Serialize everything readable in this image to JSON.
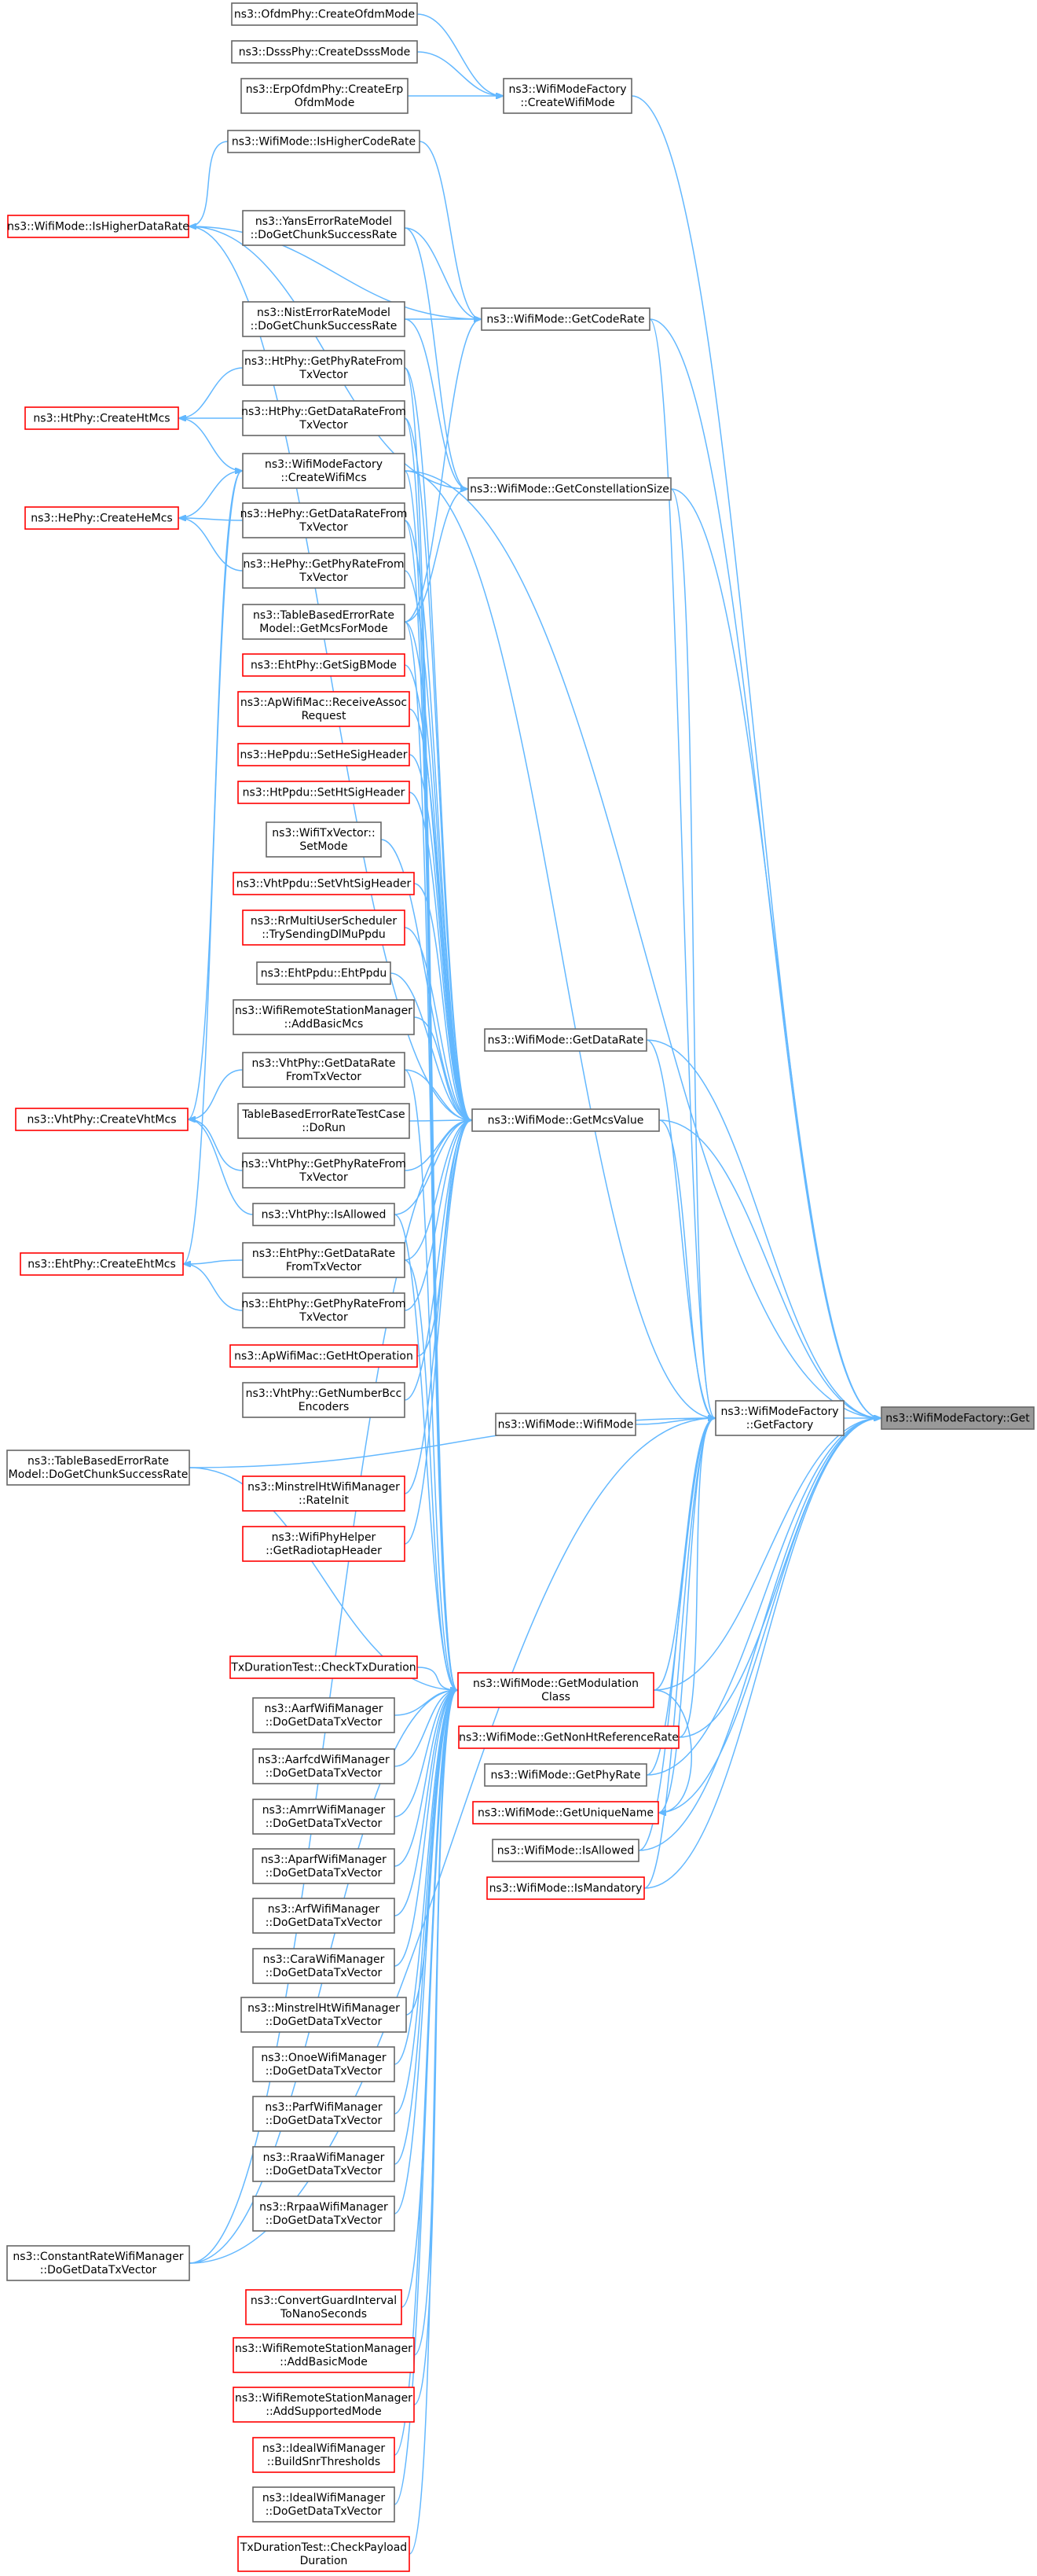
{
  "graph": {
    "title": "",
    "colors": {
      "edge": "#63b8ff",
      "node_border": "#666666",
      "node_border_red": "#ff0000",
      "highlight_fill": "#999999",
      "background": "#ffffff"
    },
    "nodes": [
      {
        "id": "n0",
        "lines": [
          "ns3::OfdmPhy::CreateOfdmMode"
        ],
        "style": "black"
      },
      {
        "id": "n1",
        "lines": [
          "ns3::DsssPhy::CreateDsssMode"
        ],
        "style": "black"
      },
      {
        "id": "n2",
        "lines": [
          "ns3::ErpOfdmPhy::CreateErp",
          "OfdmMode"
        ],
        "style": "black"
      },
      {
        "id": "n3",
        "lines": [
          "ns3::WifiModeFactory",
          "::CreateWifiMode"
        ],
        "style": "black"
      },
      {
        "id": "n4",
        "lines": [
          "ns3::WifiMode::IsHigherCodeRate"
        ],
        "style": "black"
      },
      {
        "id": "n5",
        "lines": [
          "ns3::WifiMode::IsHigherDataRate"
        ],
        "style": "red"
      },
      {
        "id": "n6",
        "lines": [
          "ns3::YansErrorRateModel",
          "::DoGetChunkSuccessRate"
        ],
        "style": "black"
      },
      {
        "id": "n7",
        "lines": [
          "ns3::NistErrorRateModel",
          "::DoGetChunkSuccessRate"
        ],
        "style": "black"
      },
      {
        "id": "n8",
        "lines": [
          "ns3::WifiMode::GetCodeRate"
        ],
        "style": "black"
      },
      {
        "id": "n9",
        "lines": [
          "ns3::HtPhy::GetPhyRateFrom",
          "TxVector"
        ],
        "style": "black"
      },
      {
        "id": "n10",
        "lines": [
          "ns3::HtPhy::CreateHtMcs"
        ],
        "style": "red"
      },
      {
        "id": "n11",
        "lines": [
          "ns3::HtPhy::GetDataRateFrom",
          "TxVector"
        ],
        "style": "black"
      },
      {
        "id": "n12",
        "lines": [
          "ns3::WifiModeFactory",
          "::CreateWifiMcs"
        ],
        "style": "black"
      },
      {
        "id": "n13",
        "lines": [
          "ns3::WifiMode::GetConstellationSize"
        ],
        "style": "black"
      },
      {
        "id": "n14",
        "lines": [
          "ns3::HePhy::CreateHeMcs"
        ],
        "style": "red"
      },
      {
        "id": "n15",
        "lines": [
          "ns3::HePhy::GetDataRateFrom",
          "TxVector"
        ],
        "style": "black"
      },
      {
        "id": "n16",
        "lines": [
          "ns3::HePhy::GetPhyRateFrom",
          "TxVector"
        ],
        "style": "black"
      },
      {
        "id": "n17",
        "lines": [
          "ns3::TableBasedErrorRate",
          "Model::GetMcsForMode"
        ],
        "style": "black"
      },
      {
        "id": "n18",
        "lines": [
          "ns3::EhtPhy::GetSigBMode"
        ],
        "style": "red"
      },
      {
        "id": "n19",
        "lines": [
          "ns3::ApWifiMac::ReceiveAssoc",
          "Request"
        ],
        "style": "red"
      },
      {
        "id": "n20",
        "lines": [
          "ns3::HePpdu::SetHeSigHeader"
        ],
        "style": "red"
      },
      {
        "id": "n21",
        "lines": [
          "ns3::HtPpdu::SetHtSigHeader"
        ],
        "style": "red"
      },
      {
        "id": "n22",
        "lines": [
          "ns3::WifiTxVector::",
          "SetMode"
        ],
        "style": "black"
      },
      {
        "id": "n23",
        "lines": [
          "ns3::VhtPpdu::SetVhtSigHeader"
        ],
        "style": "red"
      },
      {
        "id": "n24",
        "lines": [
          "ns3::RrMultiUserScheduler",
          "::TrySendingDlMuPpdu"
        ],
        "style": "red"
      },
      {
        "id": "n25",
        "lines": [
          "ns3::EhtPpdu::EhtPpdu"
        ],
        "style": "black"
      },
      {
        "id": "n26",
        "lines": [
          "ns3::WifiRemoteStationManager",
          "::AddBasicMcs"
        ],
        "style": "black"
      },
      {
        "id": "n27",
        "lines": [
          "ns3::WifiMode::GetDataRate"
        ],
        "style": "black"
      },
      {
        "id": "n28",
        "lines": [
          "ns3::VhtPhy::GetDataRate",
          "FromTxVector"
        ],
        "style": "black"
      },
      {
        "id": "n29",
        "lines": [
          "ns3::VhtPhy::CreateVhtMcs"
        ],
        "style": "red"
      },
      {
        "id": "n30",
        "lines": [
          "TableBasedErrorRateTestCase",
          "::DoRun"
        ],
        "style": "black"
      },
      {
        "id": "n31",
        "lines": [
          "ns3::WifiMode::GetMcsValue"
        ],
        "style": "black"
      },
      {
        "id": "n32",
        "lines": [
          "ns3::VhtPhy::GetPhyRateFrom",
          "TxVector"
        ],
        "style": "black"
      },
      {
        "id": "n33",
        "lines": [
          "ns3::VhtPhy::IsAllowed"
        ],
        "style": "black"
      },
      {
        "id": "n34",
        "lines": [
          "ns3::EhtPhy::CreateEhtMcs"
        ],
        "style": "red"
      },
      {
        "id": "n35",
        "lines": [
          "ns3::EhtPhy::GetDataRate",
          "FromTxVector"
        ],
        "style": "black"
      },
      {
        "id": "n36",
        "lines": [
          "ns3::EhtPhy::GetPhyRateFrom",
          "TxVector"
        ],
        "style": "black"
      },
      {
        "id": "n37",
        "lines": [
          "ns3::ApWifiMac::GetHtOperation"
        ],
        "style": "red"
      },
      {
        "id": "n38",
        "lines": [
          "ns3::VhtPhy::GetNumberBcc",
          "Encoders"
        ],
        "style": "black"
      },
      {
        "id": "n39",
        "lines": [
          "ns3::WifiMode::WifiMode"
        ],
        "style": "black"
      },
      {
        "id": "n40",
        "lines": [
          "ns3::WifiModeFactory",
          "::GetFactory"
        ],
        "style": "black"
      },
      {
        "id": "n41",
        "lines": [
          "ns3::WifiModeFactory::Get"
        ],
        "style": "hl"
      },
      {
        "id": "n42",
        "lines": [
          "ns3::TableBasedErrorRate",
          "Model::DoGetChunkSuccessRate"
        ],
        "style": "black"
      },
      {
        "id": "n43",
        "lines": [
          "ns3::MinstrelHtWifiManager",
          "::RateInit"
        ],
        "style": "red"
      },
      {
        "id": "n44",
        "lines": [
          "ns3::WifiPhyHelper",
          "::GetRadiotapHeader"
        ],
        "style": "red"
      },
      {
        "id": "n45",
        "lines": [
          "TxDurationTest::CheckTxDuration"
        ],
        "style": "red"
      },
      {
        "id": "n46",
        "lines": [
          "ns3::WifiMode::GetModulation",
          "Class"
        ],
        "style": "red"
      },
      {
        "id": "n47",
        "lines": [
          "ns3::AarfWifiManager",
          "::DoGetDataTxVector"
        ],
        "style": "black"
      },
      {
        "id": "n48",
        "lines": [
          "ns3::WifiMode::GetNonHtReferenceRate"
        ],
        "style": "red"
      },
      {
        "id": "n49",
        "lines": [
          "ns3::AarfcdWifiManager",
          "::DoGetDataTxVector"
        ],
        "style": "black"
      },
      {
        "id": "n50",
        "lines": [
          "ns3::WifiMode::GetPhyRate"
        ],
        "style": "black"
      },
      {
        "id": "n51",
        "lines": [
          "ns3::WifiMode::GetUniqueName"
        ],
        "style": "red"
      },
      {
        "id": "n52",
        "lines": [
          "ns3::AmrrWifiManager",
          "::DoGetDataTxVector"
        ],
        "style": "black"
      },
      {
        "id": "n53",
        "lines": [
          "ns3::WifiMode::IsAllowed"
        ],
        "style": "black"
      },
      {
        "id": "n54",
        "lines": [
          "ns3::WifiMode::IsMandatory"
        ],
        "style": "red"
      },
      {
        "id": "n55",
        "lines": [
          "ns3::AparfWifiManager",
          "::DoGetDataTxVector"
        ],
        "style": "black"
      },
      {
        "id": "n56",
        "lines": [
          "ns3::ArfWifiManager",
          "::DoGetDataTxVector"
        ],
        "style": "black"
      },
      {
        "id": "n57",
        "lines": [
          "ns3::CaraWifiManager",
          "::DoGetDataTxVector"
        ],
        "style": "black"
      },
      {
        "id": "n58",
        "lines": [
          "ns3::MinstrelHtWifiManager",
          "::DoGetDataTxVector"
        ],
        "style": "black"
      },
      {
        "id": "n59",
        "lines": [
          "ns3::OnoeWifiManager",
          "::DoGetDataTxVector"
        ],
        "style": "black"
      },
      {
        "id": "n60",
        "lines": [
          "ns3::ParfWifiManager",
          "::DoGetDataTxVector"
        ],
        "style": "black"
      },
      {
        "id": "n61",
        "lines": [
          "ns3::RraaWifiManager",
          "::DoGetDataTxVector"
        ],
        "style": "black"
      },
      {
        "id": "n62",
        "lines": [
          "ns3::RrpaaWifiManager",
          "::DoGetDataTxVector"
        ],
        "style": "black"
      },
      {
        "id": "n63",
        "lines": [
          "ns3::ConstantRateWifiManager",
          "::DoGetDataTxVector"
        ],
        "style": "black"
      },
      {
        "id": "n64",
        "lines": [
          "ns3::ConvertGuardInterval",
          "ToNanoSeconds"
        ],
        "style": "red"
      },
      {
        "id": "n65",
        "lines": [
          "ns3::WifiRemoteStationManager",
          "::AddBasicMode"
        ],
        "style": "red"
      },
      {
        "id": "n66",
        "lines": [
          "ns3::WifiRemoteStationManager",
          "::AddSupportedMode"
        ],
        "style": "red"
      },
      {
        "id": "n67",
        "lines": [
          "ns3::IdealWifiManager",
          "::BuildSnrThresholds"
        ],
        "style": "red"
      },
      {
        "id": "n68",
        "lines": [
          "ns3::IdealWifiManager",
          "::DoGetDataTxVector"
        ],
        "style": "black"
      },
      {
        "id": "n69",
        "lines": [
          "TxDurationTest::CheckPayload",
          "Duration"
        ],
        "style": "red"
      }
    ],
    "edges": [
      [
        "n3",
        "n0"
      ],
      [
        "n3",
        "n1"
      ],
      [
        "n3",
        "n2"
      ],
      [
        "n5",
        "n4"
      ],
      [
        "n8",
        "n4"
      ],
      [
        "n8",
        "n5"
      ],
      [
        "n8",
        "n6"
      ],
      [
        "n8",
        "n7"
      ],
      [
        "n8",
        "n17"
      ],
      [
        "n13",
        "n5"
      ],
      [
        "n13",
        "n6"
      ],
      [
        "n13",
        "n7"
      ],
      [
        "n13",
        "n17"
      ],
      [
        "n10",
        "n9"
      ],
      [
        "n10",
        "n11"
      ],
      [
        "n10",
        "n12"
      ],
      [
        "n12",
        "n14"
      ],
      [
        "n12",
        "n29"
      ],
      [
        "n12",
        "n34"
      ],
      [
        "n14",
        "n15"
      ],
      [
        "n14",
        "n16"
      ],
      [
        "n29",
        "n28"
      ],
      [
        "n29",
        "n32"
      ],
      [
        "n29",
        "n33"
      ],
      [
        "n34",
        "n35"
      ],
      [
        "n34",
        "n36"
      ],
      [
        "n31",
        "n5"
      ],
      [
        "n31",
        "n9"
      ],
      [
        "n31",
        "n11"
      ],
      [
        "n31",
        "n15"
      ],
      [
        "n31",
        "n16"
      ],
      [
        "n31",
        "n17"
      ],
      [
        "n31",
        "n18"
      ],
      [
        "n31",
        "n19"
      ],
      [
        "n31",
        "n20"
      ],
      [
        "n31",
        "n21"
      ],
      [
        "n31",
        "n22"
      ],
      [
        "n31",
        "n23"
      ],
      [
        "n31",
        "n24"
      ],
      [
        "n31",
        "n25"
      ],
      [
        "n31",
        "n26"
      ],
      [
        "n31",
        "n28"
      ],
      [
        "n31",
        "n30"
      ],
      [
        "n31",
        "n32"
      ],
      [
        "n31",
        "n33"
      ],
      [
        "n31",
        "n35"
      ],
      [
        "n31",
        "n36"
      ],
      [
        "n31",
        "n37"
      ],
      [
        "n31",
        "n38"
      ],
      [
        "n31",
        "n43"
      ],
      [
        "n31",
        "n44"
      ],
      [
        "n31",
        "n63"
      ],
      [
        "n46",
        "n42"
      ],
      [
        "n46",
        "n9"
      ],
      [
        "n46",
        "n11"
      ],
      [
        "n46",
        "n12"
      ],
      [
        "n46",
        "n15"
      ],
      [
        "n46",
        "n17"
      ],
      [
        "n46",
        "n28"
      ],
      [
        "n46",
        "n33"
      ],
      [
        "n46",
        "n35"
      ],
      [
        "n46",
        "n45"
      ],
      [
        "n46",
        "n47"
      ],
      [
        "n46",
        "n49"
      ],
      [
        "n46",
        "n52"
      ],
      [
        "n46",
        "n55"
      ],
      [
        "n46",
        "n56"
      ],
      [
        "n46",
        "n57"
      ],
      [
        "n46",
        "n58"
      ],
      [
        "n46",
        "n59"
      ],
      [
        "n46",
        "n60"
      ],
      [
        "n46",
        "n61"
      ],
      [
        "n46",
        "n62"
      ],
      [
        "n46",
        "n63"
      ],
      [
        "n46",
        "n64"
      ],
      [
        "n46",
        "n65"
      ],
      [
        "n46",
        "n66"
      ],
      [
        "n46",
        "n67"
      ],
      [
        "n46",
        "n68"
      ],
      [
        "n46",
        "n69"
      ],
      [
        "n51",
        "n46"
      ],
      [
        "n40",
        "n39"
      ],
      [
        "n40",
        "n8"
      ],
      [
        "n40",
        "n13"
      ],
      [
        "n40",
        "n27"
      ],
      [
        "n40",
        "n31"
      ],
      [
        "n40",
        "n46"
      ],
      [
        "n40",
        "n48"
      ],
      [
        "n40",
        "n50"
      ],
      [
        "n40",
        "n51"
      ],
      [
        "n40",
        "n53"
      ],
      [
        "n40",
        "n54"
      ],
      [
        "n40",
        "n12"
      ],
      [
        "n40",
        "n42"
      ],
      [
        "n40",
        "n63"
      ],
      [
        "n41",
        "n40"
      ],
      [
        "n41",
        "n3"
      ],
      [
        "n41",
        "n12"
      ],
      [
        "n41",
        "n8"
      ],
      [
        "n41",
        "n13"
      ],
      [
        "n41",
        "n27"
      ],
      [
        "n41",
        "n31"
      ],
      [
        "n41",
        "n46"
      ],
      [
        "n41",
        "n48"
      ],
      [
        "n41",
        "n50"
      ],
      [
        "n41",
        "n51"
      ],
      [
        "n41",
        "n53"
      ],
      [
        "n41",
        "n54"
      ]
    ]
  }
}
